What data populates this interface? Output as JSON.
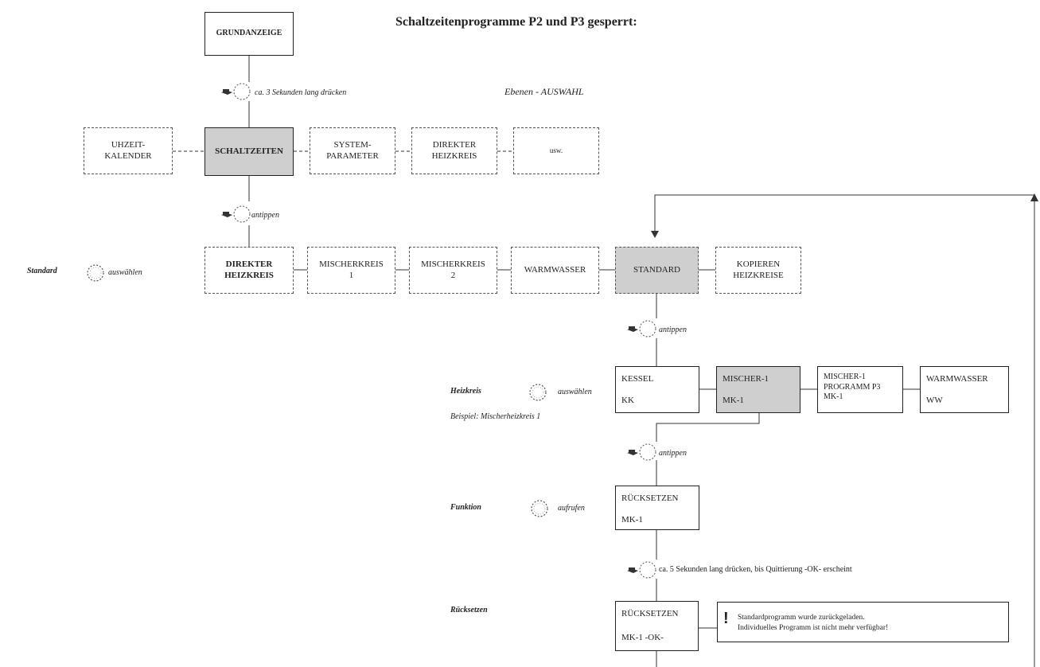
{
  "title": "Schaltzeitenprogramme P2 und P3 gesperrt:",
  "boxes": {
    "grundanzeige": [
      "GRUNDANZEIGE"
    ],
    "uhrzeit": [
      "UHZEIT-",
      "KALENDER"
    ],
    "schaltzeiten": [
      "SCHALTZEITEN"
    ],
    "systemparameter": [
      "SYSTEM-",
      "PARAMETER"
    ],
    "direkter_heizkreis_top": [
      "DIREKTER",
      "HEIZKREIS"
    ],
    "usw": [
      "usw."
    ],
    "direkter_heizkreis": [
      "DIREKTER",
      "HEIZKREIS"
    ],
    "mischerkreis1": [
      "MISCHERKREIS",
      "1"
    ],
    "mischerkreis2": [
      "MISCHERKREIS",
      "2"
    ],
    "warmwasser": [
      "WARMWASSER"
    ],
    "standard": [
      "STANDARD"
    ],
    "kopieren": [
      "KOPIEREN",
      "HEIZKREISE"
    ],
    "kessel": [
      "KESSEL",
      "KK"
    ],
    "mischer1": [
      "MISCHER-1",
      "MK-1"
    ],
    "mischer1_p3": [
      "MISCHER-1",
      "PROGRAMM P3",
      "MK-1"
    ],
    "warmwasser_ww": [
      "WARMWASSER",
      "WW"
    ],
    "ruecksetzen": [
      "RÜCKSETZEN",
      "MK-1"
    ],
    "ruecksetzen_ok": [
      "RÜCKSETZEN",
      "MK-1 -OK-"
    ]
  },
  "instructions": {
    "press3": "ca. 3 Sekunden lang drücken",
    "tap1": "antippen",
    "tap2": "antippen",
    "tap3": "antippen",
    "press5": "ca. 5 Sekunden lang drücken, bis Quittierung -OK- erscheint",
    "select_standard": "auswählen",
    "select_heizkreis": "auswählen",
    "call_funktion": "aufrufen"
  },
  "labels": {
    "ebenen": "Ebenen - AUSWAHL",
    "standard": "Standard",
    "heizkreis": "Heizkreis",
    "beispiel": "Beispiel: Mischerheizkreis 1",
    "funktion": "Funktion",
    "ruecksetzen": "Rücksetzen"
  },
  "note": {
    "line1": "Standardprogramm wurde zurückgeladen.",
    "line2": "Individuelles Programm ist nicht mehr verfügbar!"
  }
}
